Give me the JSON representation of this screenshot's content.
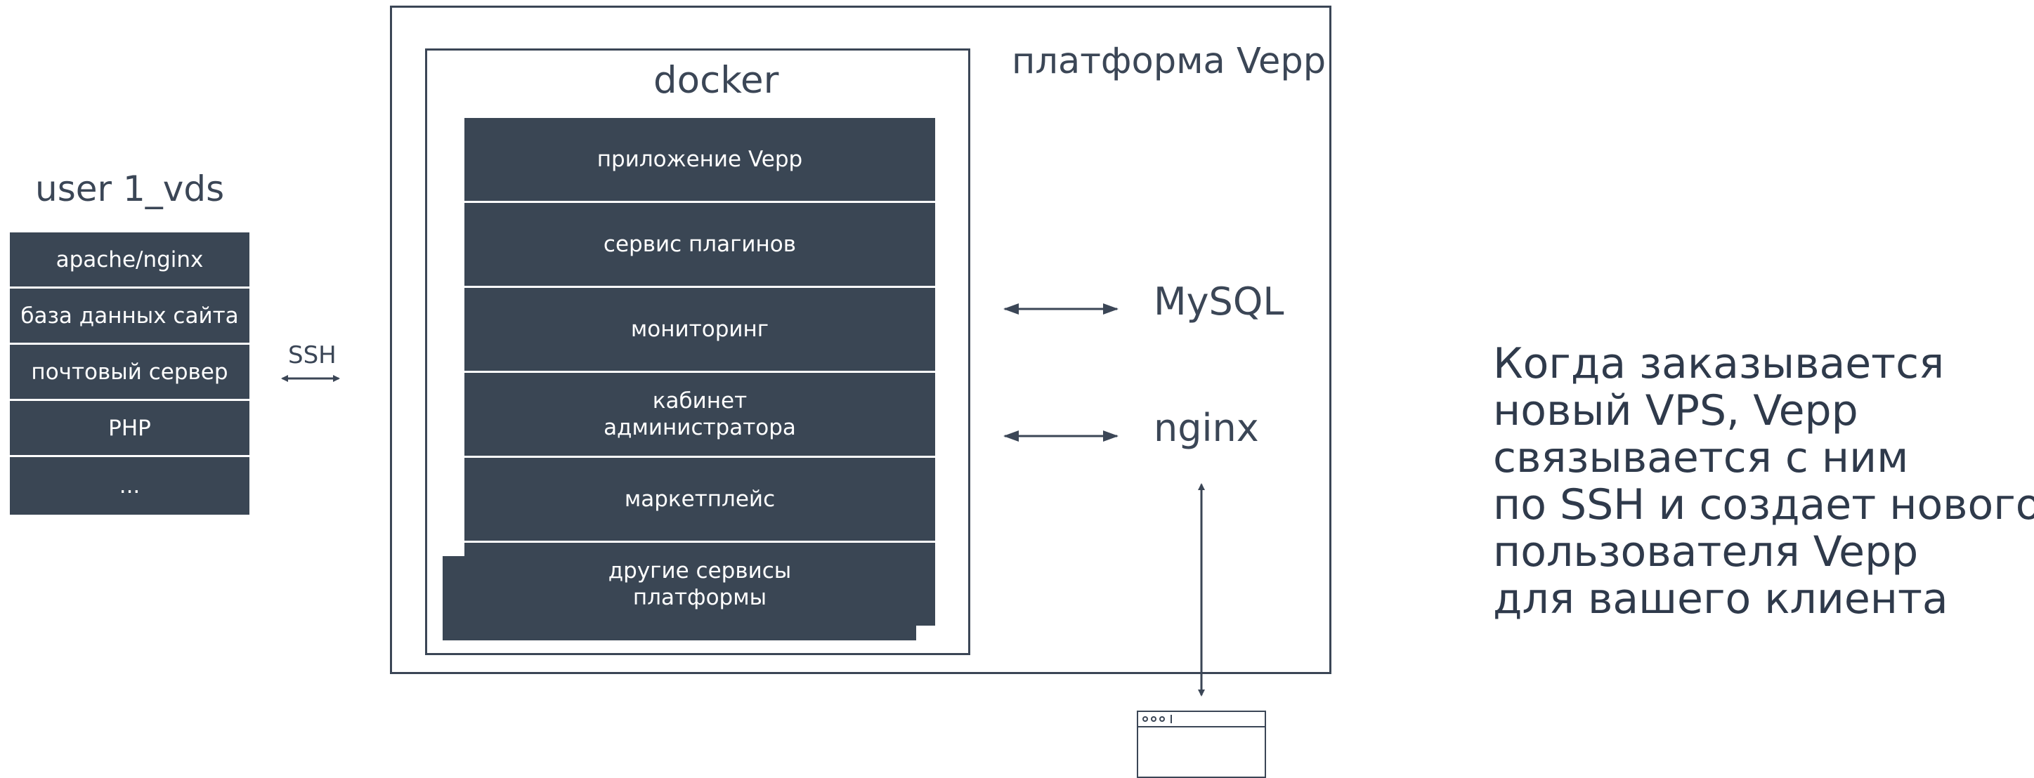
{
  "vds": {
    "title": "user 1_vds",
    "rows": [
      "apache/nginx",
      "база данных сайта",
      "почтовый сервер",
      "PHP",
      "..."
    ]
  },
  "ssh": {
    "label": "SSH"
  },
  "platform": {
    "title": "платформа Vepp"
  },
  "docker": {
    "title": "docker",
    "services": [
      "приложение Vepp",
      "сервис плагинов",
      "мониторинг",
      "кабинет\nадминистратора",
      "маркетплейс",
      "другие сервисы\nплатформы"
    ]
  },
  "external": {
    "mysql": "MySQL",
    "nginx": "nginx"
  },
  "description": {
    "lines": [
      "Когда заказывается",
      "новый VPS, Vepp",
      "связывается с ним",
      "по SSH и создает нового",
      "пользователя Vepp",
      "для вашего клиента"
    ]
  },
  "colors": {
    "block": "#3a4654",
    "text": "#3b4656",
    "line": "#3b4656"
  },
  "icons": {
    "browser": "browser-window-icon"
  }
}
